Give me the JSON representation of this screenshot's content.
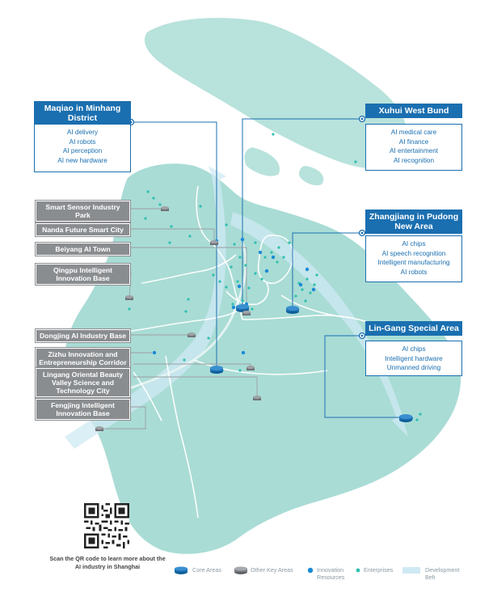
{
  "core_areas": [
    {
      "id": "maqiao",
      "title": "Maqiao in Minhang District",
      "items": [
        "AI delivery",
        "AI robots",
        "AI perception",
        "AI new hardware"
      ]
    },
    {
      "id": "xuhui",
      "title": "Xuhui West Bund",
      "items": [
        "AI medical care",
        "AI finance",
        "AI entertainment",
        "AI recognition"
      ]
    },
    {
      "id": "zhangjiang",
      "title": "Zhangjiang in Pudong New Area",
      "items": [
        "AI chips",
        "AI speech recognition",
        "Intelligent manufacturing",
        "AI robots"
      ]
    },
    {
      "id": "lingang",
      "title": "Lin-Gang Special Area",
      "items": [
        "AI chips",
        "Intelligent hardware",
        "Unmanned driving"
      ]
    }
  ],
  "key_areas": [
    {
      "id": "smart-sensor",
      "label": "Smart Sensor Industry Park"
    },
    {
      "id": "nanda",
      "label": "Nanda Future Smart City"
    },
    {
      "id": "beiyang",
      "label": "Beiyang AI Town"
    },
    {
      "id": "qingpu",
      "label": "Qingpu Intelligent Innovation Base"
    },
    {
      "id": "dongjing",
      "label": "Dongjing AI Industry Base"
    },
    {
      "id": "zizhu",
      "label": "Zizhu Innovation and Entrepreneurship Corridor"
    },
    {
      "id": "lingang-oriental",
      "label": "Lingang Oriental Beauty Valley Science and Technology City"
    },
    {
      "id": "fengjing",
      "label": "Fengjing Intelligent Innovation Base"
    }
  ],
  "qr_caption": "Scan the QR code to learn more about the AI industry in Shanghai",
  "legend": {
    "core": "Core Areas",
    "other": "Other Key Areas",
    "innovation": "Innovation Resources",
    "enterprises": "Enterprises",
    "belt": "Development Belt"
  },
  "colors": {
    "land": "#a9dcd5",
    "land_light": "#cdece8",
    "core_blue": "#1a6fb0",
    "key_grey": "#8a8d90",
    "innovation_dot": "#1a8ad6",
    "enterprise_dot": "#2fbfb0",
    "belt": "#e6f3fb"
  }
}
